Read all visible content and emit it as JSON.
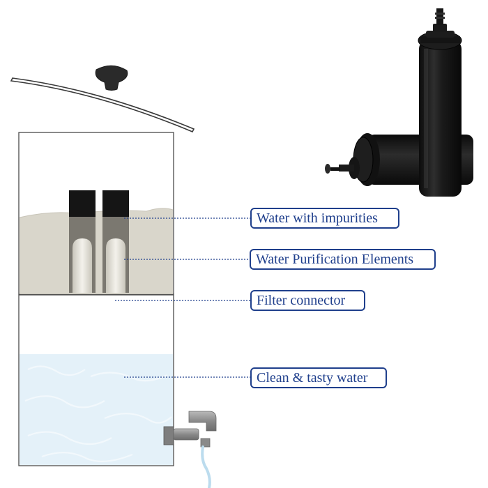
{
  "labels": {
    "impurities": "Water with impurities",
    "purification": "Water Purification Elements",
    "connector": "Filter connector",
    "clean": "Clean & tasty water"
  },
  "colors": {
    "callout_border": "#1f3f8c",
    "callout_text": "#1f3f8c",
    "leader_line": "#1f3f8c",
    "dirty_water": "#d9d6cb",
    "clean_water": "#e4f1f9",
    "filter_black": "#151515",
    "container_outline": "#4a4a4a"
  },
  "icons": [
    "lid-knob-icon",
    "spigot-icon",
    "black-filter-cartridge-icon"
  ]
}
